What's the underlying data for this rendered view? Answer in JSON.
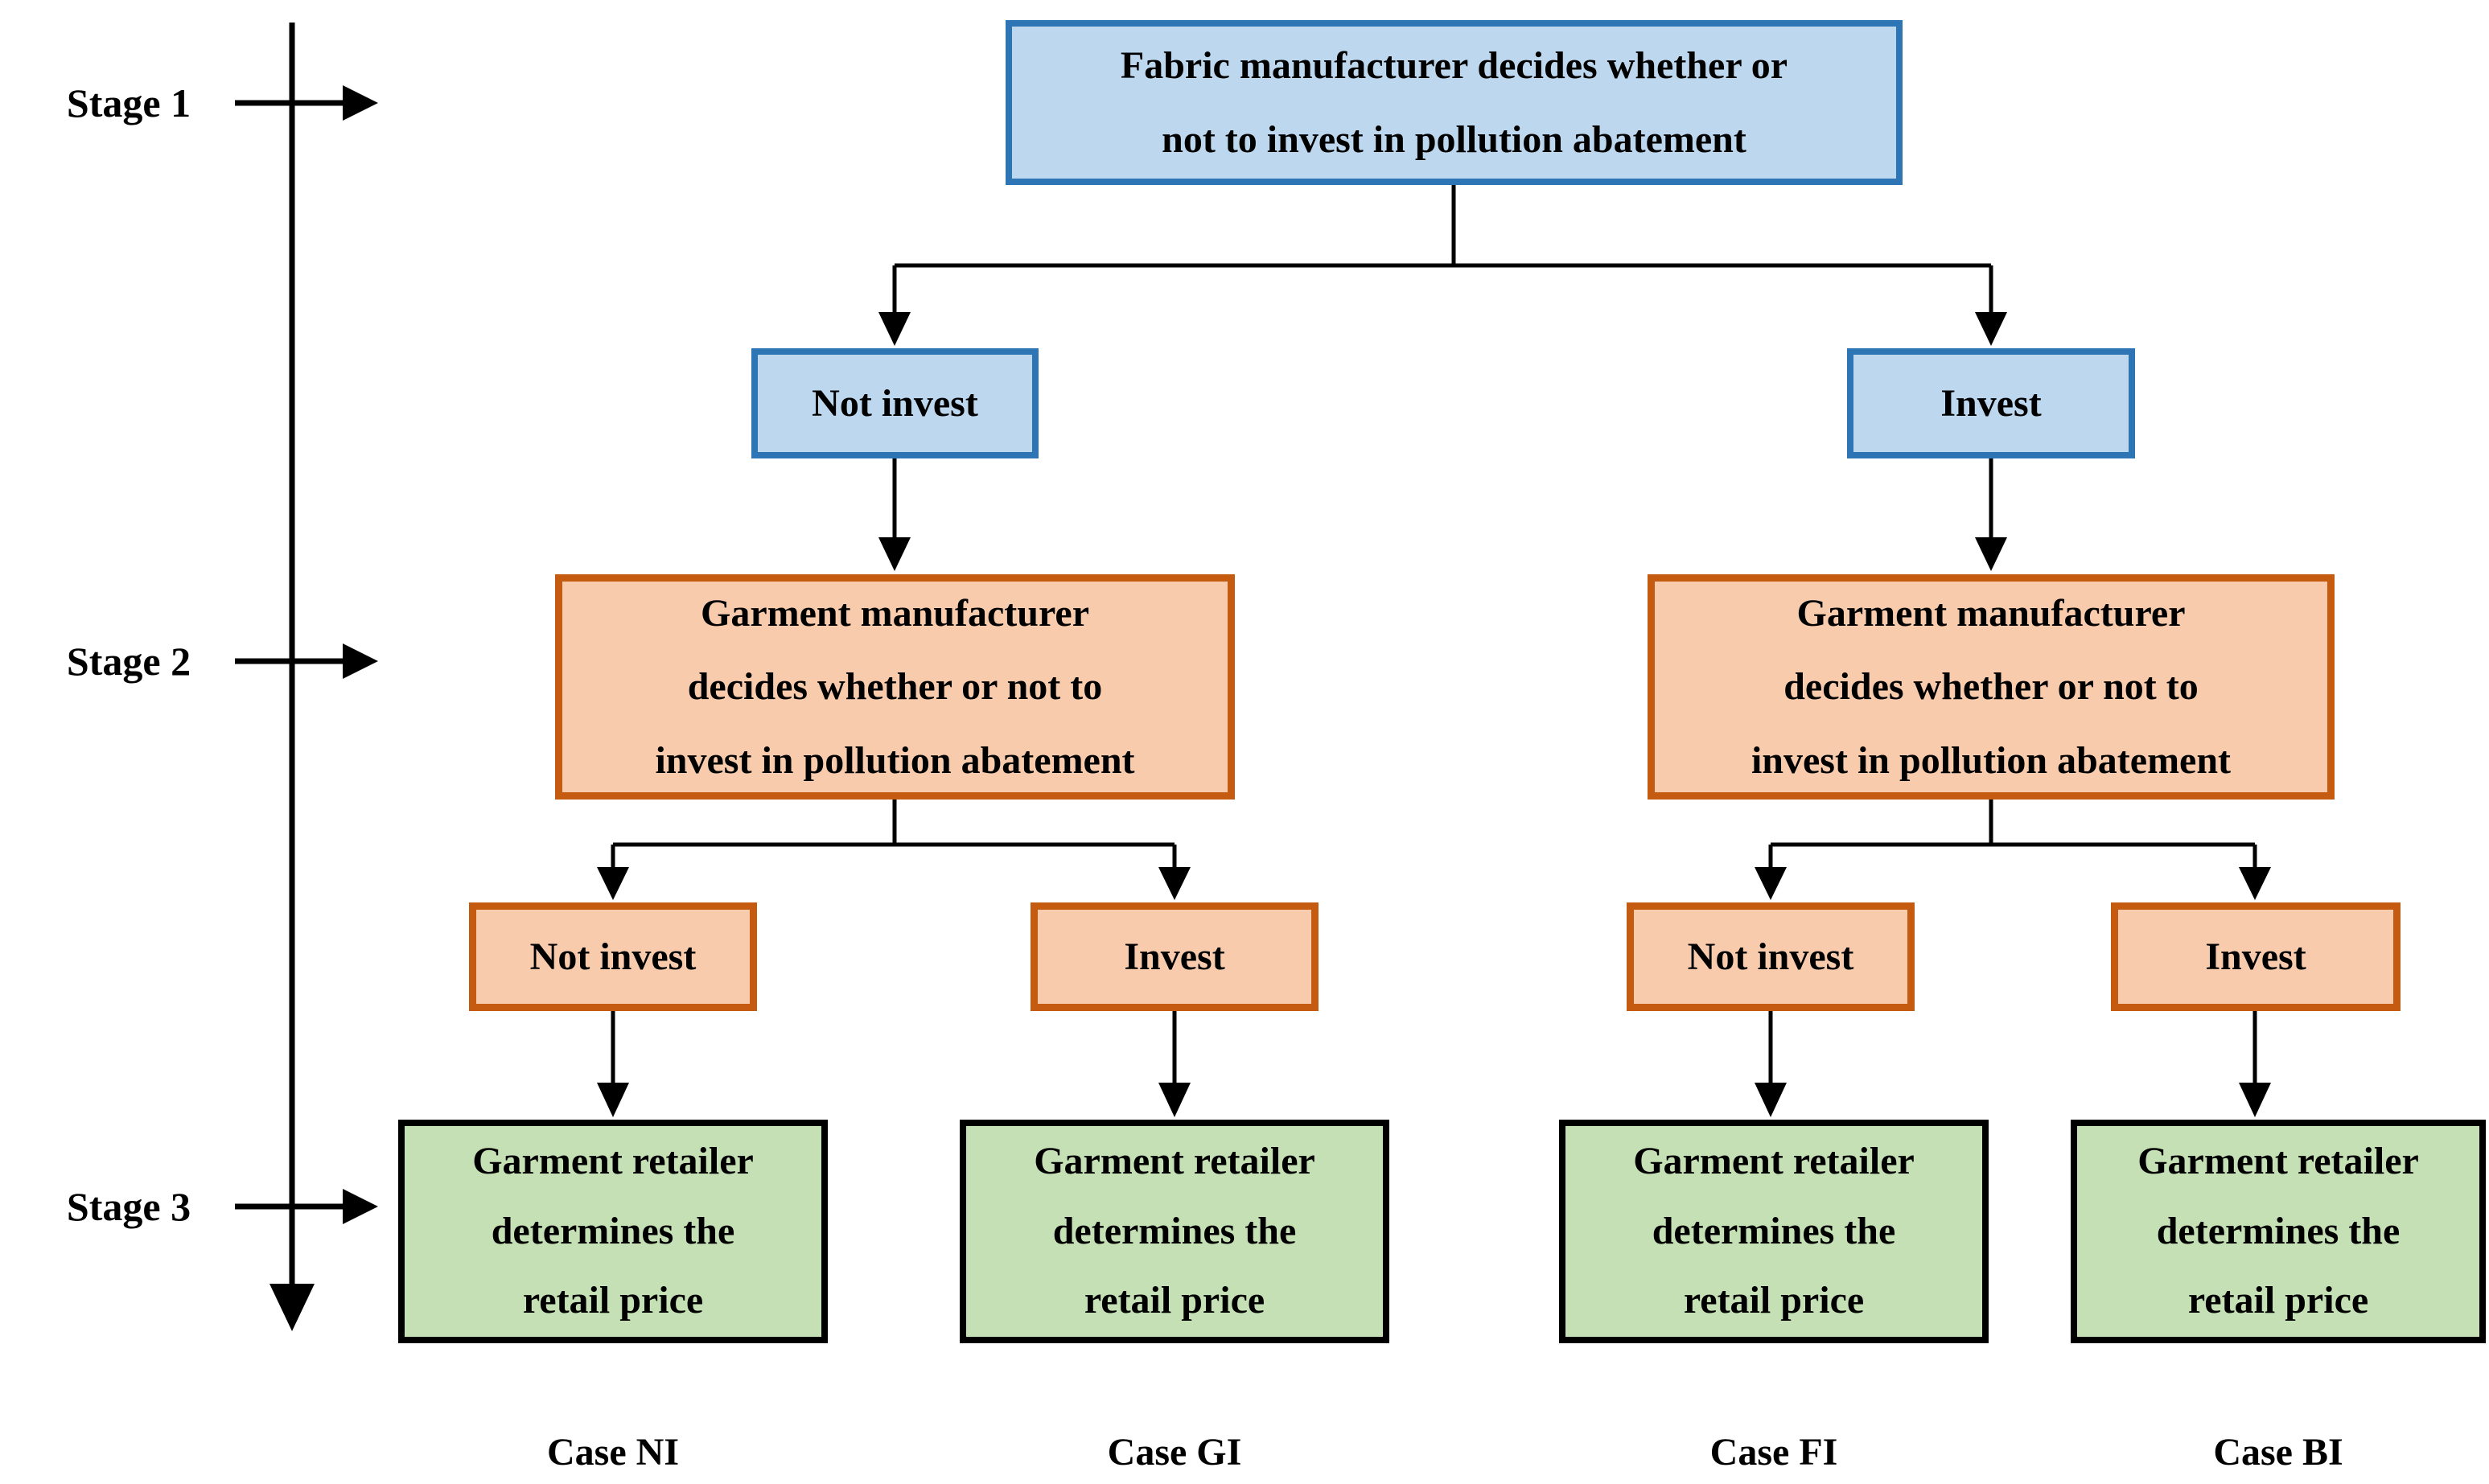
{
  "diagram": {
    "stages": [
      {
        "label": "Stage 1"
      },
      {
        "label": "Stage 2"
      },
      {
        "label": "Stage 3"
      }
    ],
    "nodes": {
      "fabric_decision": "Fabric manufacturer decides whether or\nnot to invest in pollution abatement",
      "fabric_not_invest": "Not invest",
      "fabric_invest": "Invest",
      "garment_decision_left": "Garment manufacturer\ndecides whether or not to\ninvest in pollution abatement",
      "garment_decision_right": "Garment manufacturer\ndecides whether or not to\ninvest in pollution abatement",
      "garment_not_invest_left": "Not invest",
      "garment_invest_left": "Invest",
      "garment_not_invest_right": "Not invest",
      "garment_invest_right": "Invest",
      "retailer_ni": "Garment retailer\ndetermines the\nretail price",
      "retailer_gi": "Garment retailer\ndetermines the\nretail price",
      "retailer_fi": "Garment retailer\ndetermines the\nretail price",
      "retailer_bi": "Garment retailer\ndetermines the\nretail price"
    },
    "cases": [
      {
        "label": "Case NI"
      },
      {
        "label": "Case GI"
      },
      {
        "label": "Case FI"
      },
      {
        "label": "Case BI"
      }
    ],
    "colors": {
      "blue_fill": "#bdd7ee",
      "blue_border": "#2e75b6",
      "orange_fill": "#f8cbad",
      "orange_border": "#c55a11",
      "green_fill": "#c5e0b4",
      "green_border": "#000000",
      "line": "#000000"
    }
  }
}
